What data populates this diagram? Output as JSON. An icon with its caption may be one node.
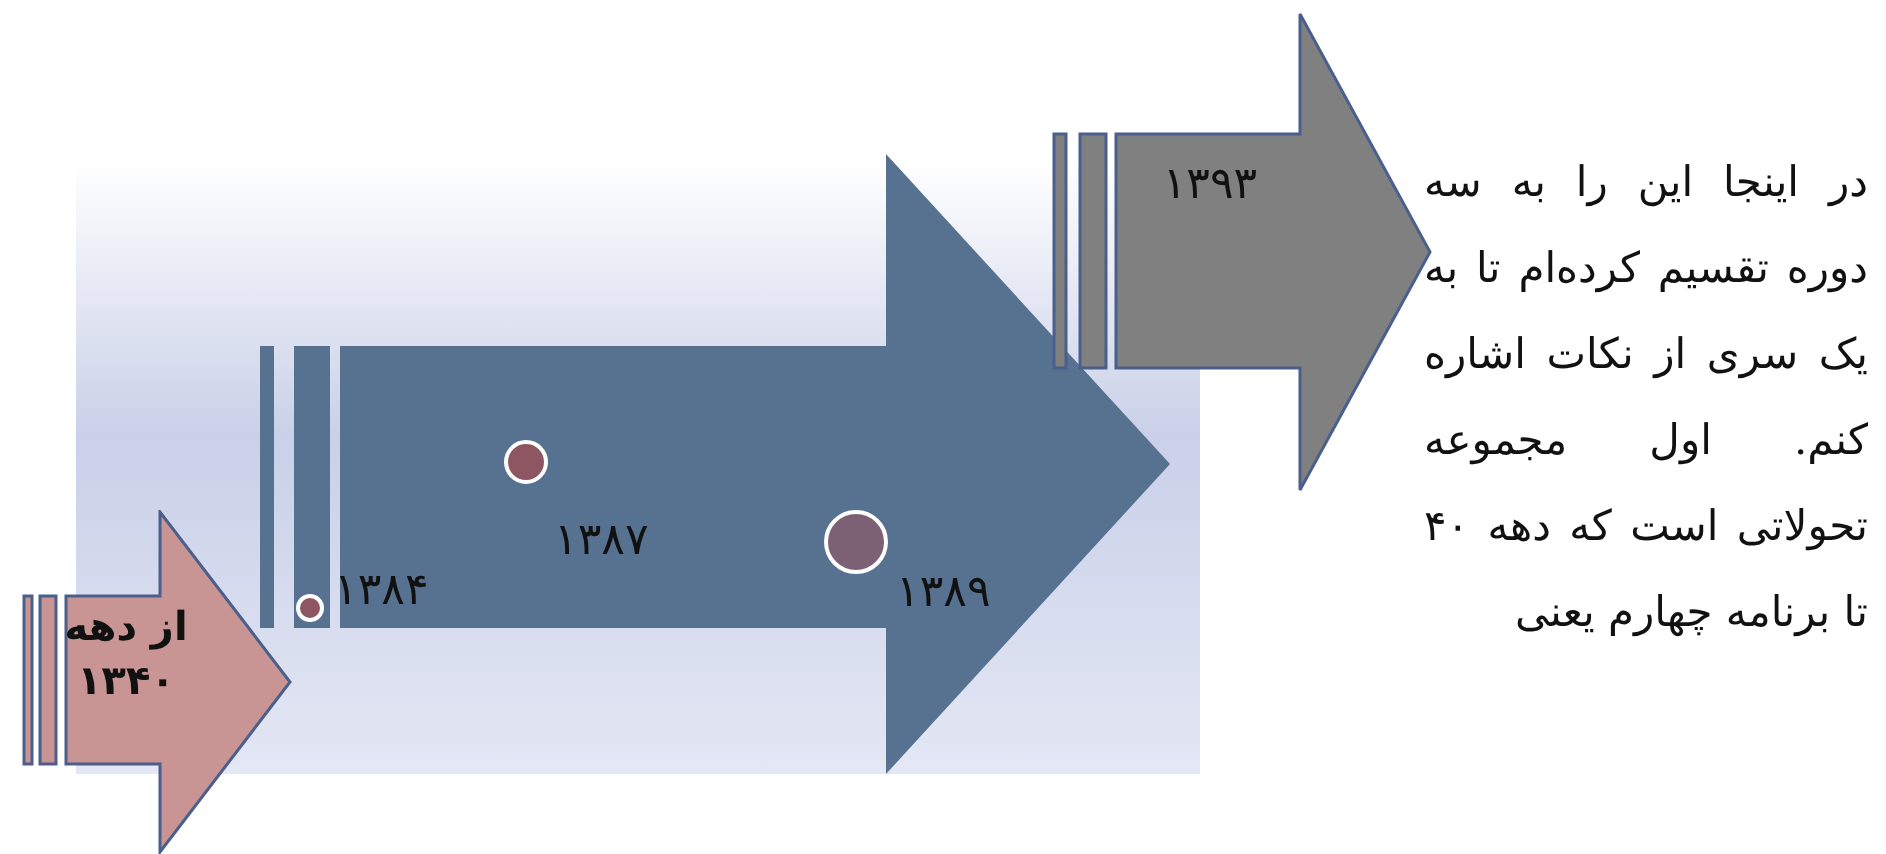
{
  "diagram": {
    "nodes": [
      {
        "text": [
          "از دهه ۱۳۴۰"
        ]
      },
      {
        "text": [],
        "shape": "arrow"
      },
      {
        "text": [
          "۱۳۹۳"
        ]
      }
    ],
    "labels": [
      "۱۳۸۴",
      "۱۳۸۷",
      "۱۳۸۹",
      "در اینجا این را به سه دوره تقسیم کرده‌ام تا به یک سری از نکات اشاره کنم. اول مجموعه تحولاتی است که دهه ۴۰ تا برنامه چهارم یعنی"
    ]
  }
}
